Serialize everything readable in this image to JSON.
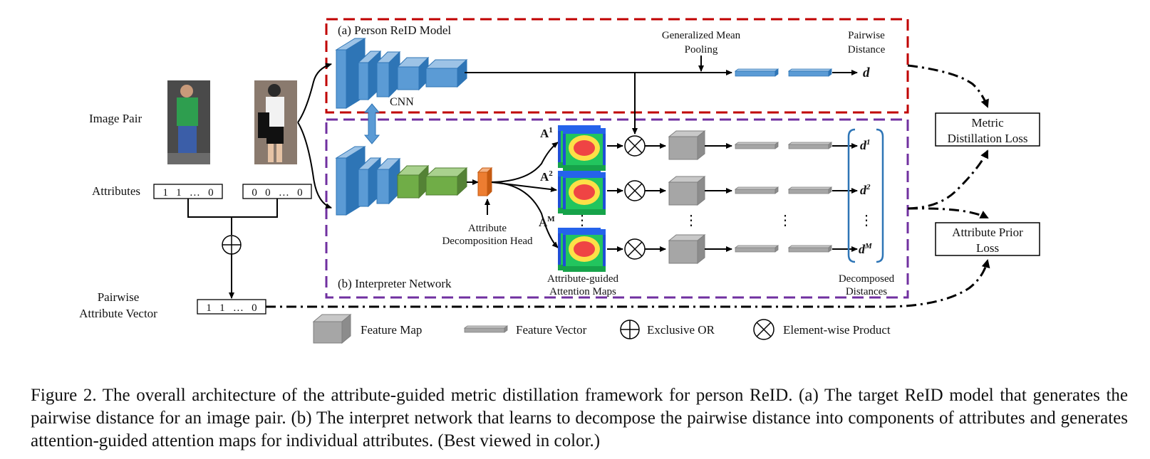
{
  "diagram": {
    "panel_a_title": "(a) Person ReID Model",
    "panel_b_title": "(b) Interpreter Network",
    "image_pair_label": "Image Pair",
    "attributes_label": "Attributes",
    "attr_vec_1": "1   1   …   0",
    "attr_vec_2": "0   0   …   0",
    "pairwise_attr_label_1": "Pairwise",
    "pairwise_attr_label_2": "Attribute Vector",
    "pairwise_attr_vec": "1   1   …   0",
    "cnn_label": "CNN",
    "gem_label_1": "Generalized Mean",
    "gem_label_2": "Pooling",
    "pairwise_dist_label_1": "Pairwise",
    "pairwise_dist_label_2": "Distance",
    "d_label": "d",
    "attr_decomp_label_1": "Attribute",
    "attr_decomp_label_2": "Decomposition Head",
    "attn_maps_label_1": "Attribute-guided",
    "attn_maps_label_2": "Attention Maps",
    "decomposed_label_1": "Decomposed",
    "decomposed_label_2": "Distances",
    "a_labels": [
      {
        "base": "A",
        "sup": "1"
      },
      {
        "base": "A",
        "sup": "2"
      },
      {
        "base": "A",
        "sup": "M"
      }
    ],
    "d_labels": [
      {
        "base": "d",
        "sup": "1"
      },
      {
        "base": "d",
        "sup": "2"
      },
      {
        "base": "d",
        "sup": "M"
      }
    ],
    "ellipsis": "⋮",
    "metric_loss_1": "Metric",
    "metric_loss_2": "Distillation Loss",
    "prior_loss_1": "Attribute Prior",
    "prior_loss_2": "Loss",
    "legend": {
      "feature_map": "Feature Map",
      "feature_vector": "Feature Vector",
      "xor": "Exclusive OR",
      "product": "Element-wise Product"
    },
    "colors": {
      "reid_box": "#c00000",
      "interpreter_box": "#7030a0",
      "cnn_blue": "#5b9bd5",
      "green_block": "#70ad47",
      "orange_head": "#ed7d31",
      "gray_block": "#a6a6a6"
    }
  },
  "caption": "Figure 2. The overall architecture of the attribute-guided metric distillation framework for person ReID. (a) The target ReID model that generates the pairwise distance for an image pair. (b) The interpret network that learns to decompose the pairwise distance into components of attributes and generates attention-guided attention maps for individual attributes. (Best viewed in color.)"
}
